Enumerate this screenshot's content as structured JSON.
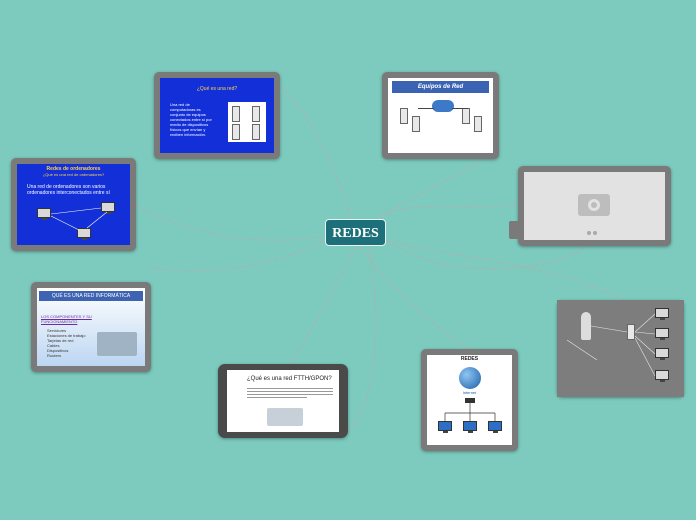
{
  "colors": {
    "background": "#7ccbbe",
    "center": "#1d6f79",
    "connector": "#a8a8a8",
    "frame": "#7a7a7a"
  },
  "center_topic": {
    "label": "REDES"
  },
  "slides": {
    "red_ordenadores": {
      "title": "¿Qué es una red?",
      "bullet": "Una red de computadoras es conjunto de equipos conectados entre sí por medio de dispositivos físicos que envían y reciben información."
    },
    "redes_de_ordenadores": {
      "title": "Redes de ordenadores",
      "subtitle": "¿Qué es una red de ordenadores?",
      "text": "Una red de ordenadores son varios ordenadores interconectados entre sí"
    },
    "equipos_de_red": {
      "title": "Equipos de Red"
    },
    "red_informatica": {
      "title": "QUÉ ES UNA RED INFORMÁTICA",
      "section": "LOS COMPONENTES Y SU FUNCIONAMIENTO",
      "items": [
        "Servidores",
        "Estaciones de trabajo",
        "Tarjetas de red",
        "Cables",
        "Dispositivos",
        "Routers"
      ]
    },
    "ftth": {
      "title": "¿Qué es una red FTTH/GPON?"
    },
    "internet": {
      "title": "REDES",
      "cloud_label": "Internet"
    },
    "placeholder": {
      "icon": "camera-icon"
    },
    "diagram": {
      "icon": "network-diagram"
    }
  }
}
